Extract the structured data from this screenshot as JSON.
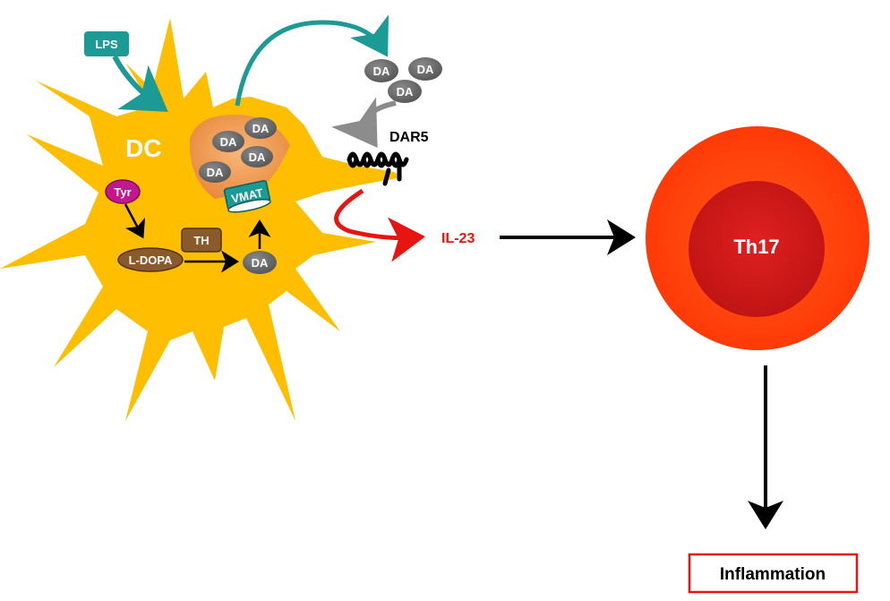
{
  "cell": {
    "dc_label": "DC",
    "colors": {
      "dc_body": "#FFBE00",
      "vesicle": "#F4A460",
      "teal": "#1C9A96",
      "da_grey": "#6D6D6D"
    }
  },
  "lps": {
    "label": "LPS"
  },
  "vesicle": {
    "da_labels": [
      "DA",
      "DA",
      "DA",
      "DA"
    ]
  },
  "released_da": {
    "labels": [
      "DA",
      "DA",
      "DA"
    ]
  },
  "receptor": {
    "label": "DAR5"
  },
  "synthesis": {
    "tyr": "Tyr",
    "ldopa": "L-DOPA",
    "th": "TH",
    "da": "DA",
    "vmat": "VMAT",
    "colors": {
      "tyr": "#C2188F",
      "th_ldopa": "#8B5A2B"
    }
  },
  "cytokine": {
    "label": "IL-23",
    "color": "#E8140F"
  },
  "th17": {
    "label": "Th17",
    "colors": {
      "outer": "#FF3C0A",
      "inner": "#D81818"
    }
  },
  "outcome": {
    "label": "Inflammation",
    "border_color": "#E8140F"
  }
}
